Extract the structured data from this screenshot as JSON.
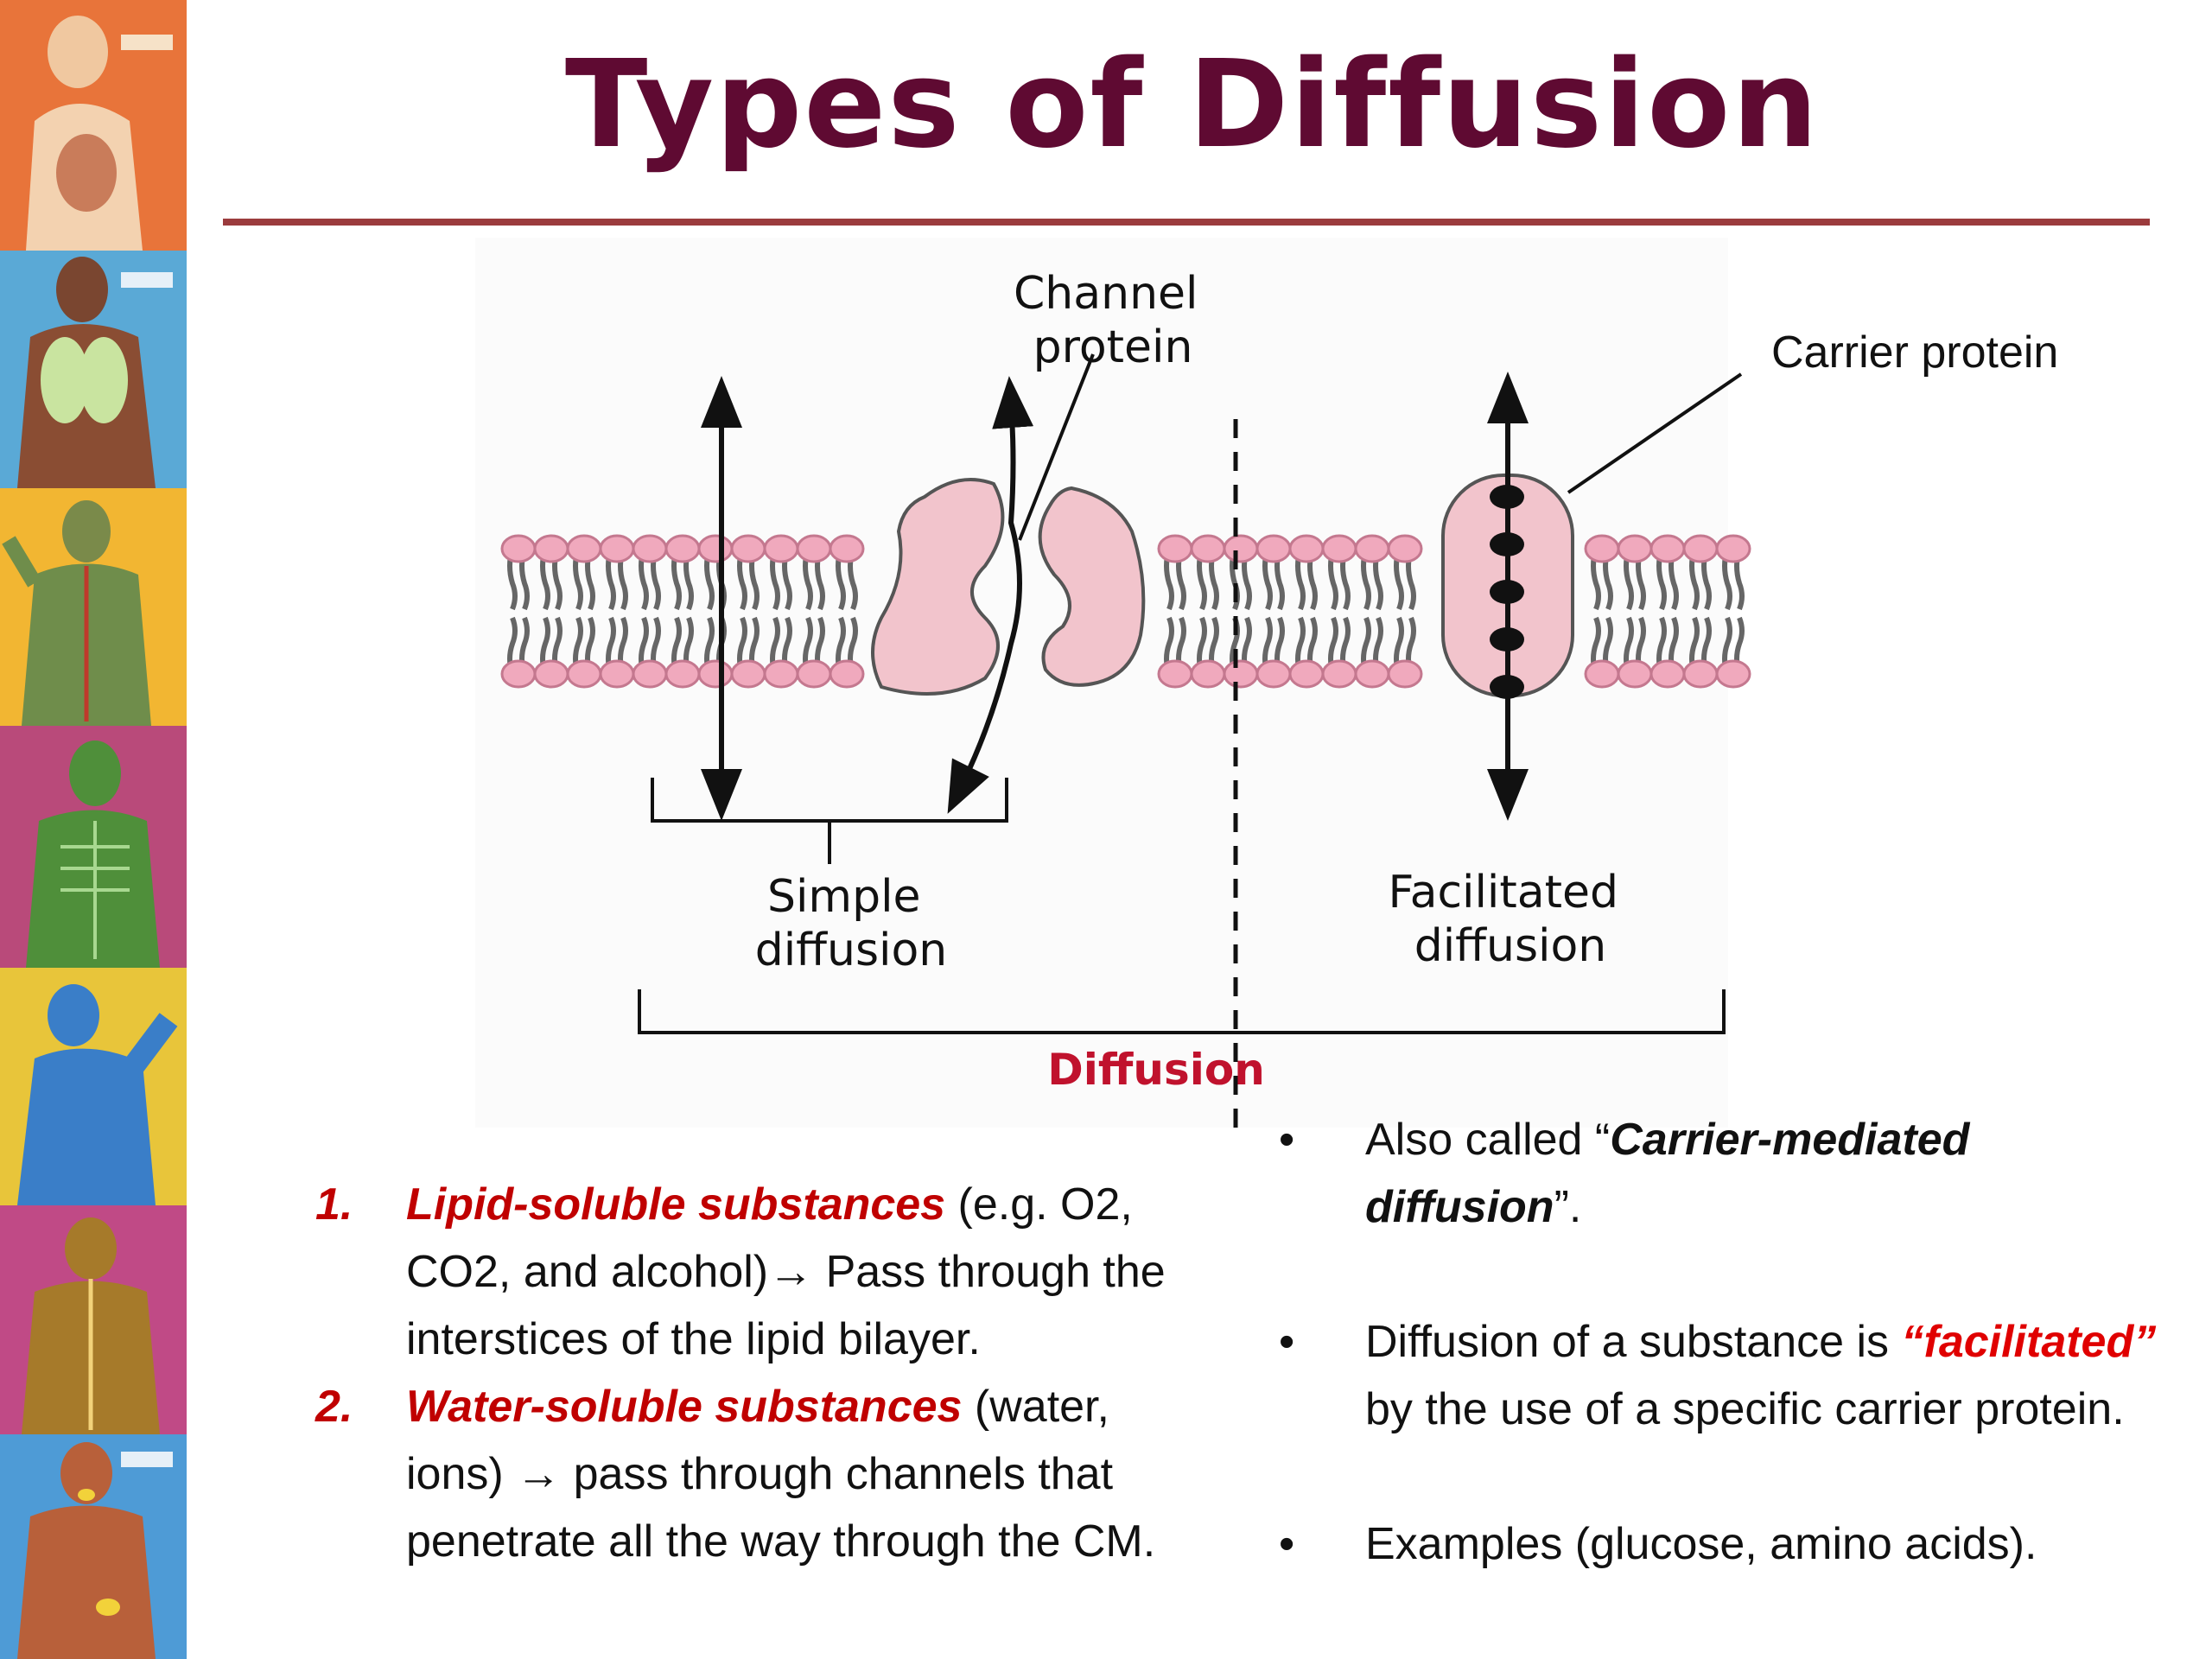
{
  "title": "Types of Diffusion",
  "diagram": {
    "channel_protein_label_line1": "Channel",
    "channel_protein_label_line2": "protein",
    "carrier_protein_label": "Carrier protein",
    "simple_diffusion_line1": "Simple",
    "simple_diffusion_line2": "diffusion",
    "facilitated_diffusion_line1": "Facilitated",
    "facilitated_diffusion_line2": "diffusion",
    "diffusion_label": "Diffusion"
  },
  "left_list": [
    {
      "number": "1.",
      "highlight": "Lipid-soluble substances",
      "text": " (e.g. O2, CO2, and alcohol)→ Pass through the interstices of the lipid bilayer."
    },
    {
      "number": "2.",
      "highlight": "Water-soluble substances",
      "text": " (water, ions) → pass through channels that penetrate all the way through the CM."
    }
  ],
  "right_list": {
    "bullet_char": "•",
    "b1_pre": "Also called “",
    "b1_em": "Carrier-mediated diffusion",
    "b1_post": "”.",
    "b2_pre": "Diffusion of a substance is ",
    "b2_em": "“facilitated”",
    "b2_post": " by the use of a specific carrier protein.",
    "b3": "Examples (glucose, amino acids)."
  },
  "colors": {
    "title": "#5f0a32",
    "rule": "#9b3b3d",
    "highlight": "#c00000",
    "protein": "#f2c4cc",
    "lipid_head": "#f0a9bd"
  },
  "sidebar_panels": [
    "orange",
    "blue",
    "yellow",
    "magenta",
    "yellow",
    "magenta",
    "blue"
  ]
}
